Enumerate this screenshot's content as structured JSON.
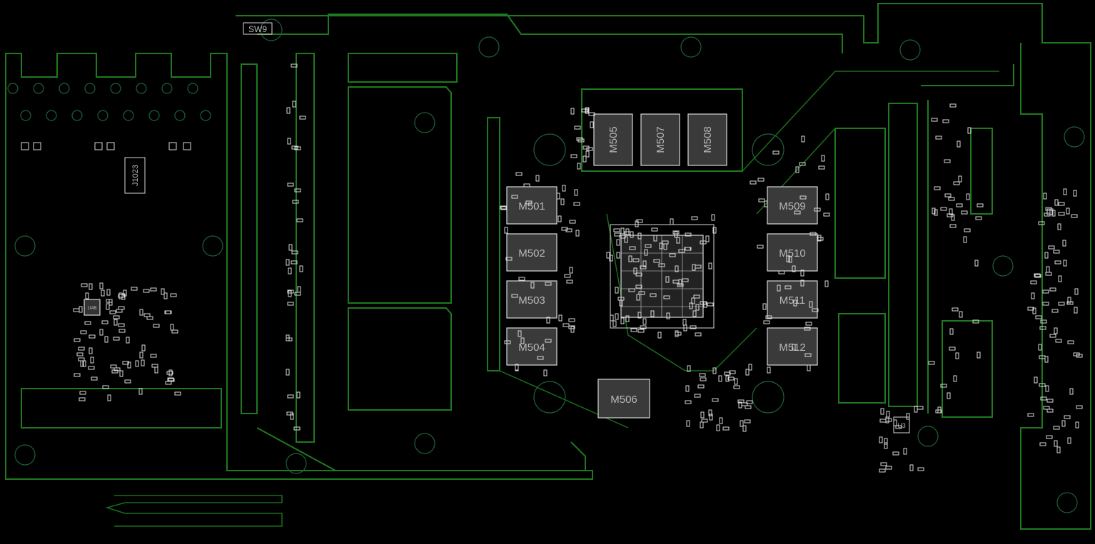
{
  "board": {
    "background": "#000000",
    "trace_color": "#1f7a1f",
    "silkscreen_color": "#d8d8d8",
    "designators": {
      "switch": "SW9",
      "connector": "J1023",
      "controller": "U48",
      "regulator": "U3",
      "memory_center": "M506",
      "memory_top": [
        "M505",
        "M507",
        "M508"
      ],
      "memory_left": [
        "M501",
        "M502",
        "M503",
        "M504"
      ],
      "memory_right": [
        "M509",
        "M510",
        "M511",
        "M512"
      ]
    }
  }
}
